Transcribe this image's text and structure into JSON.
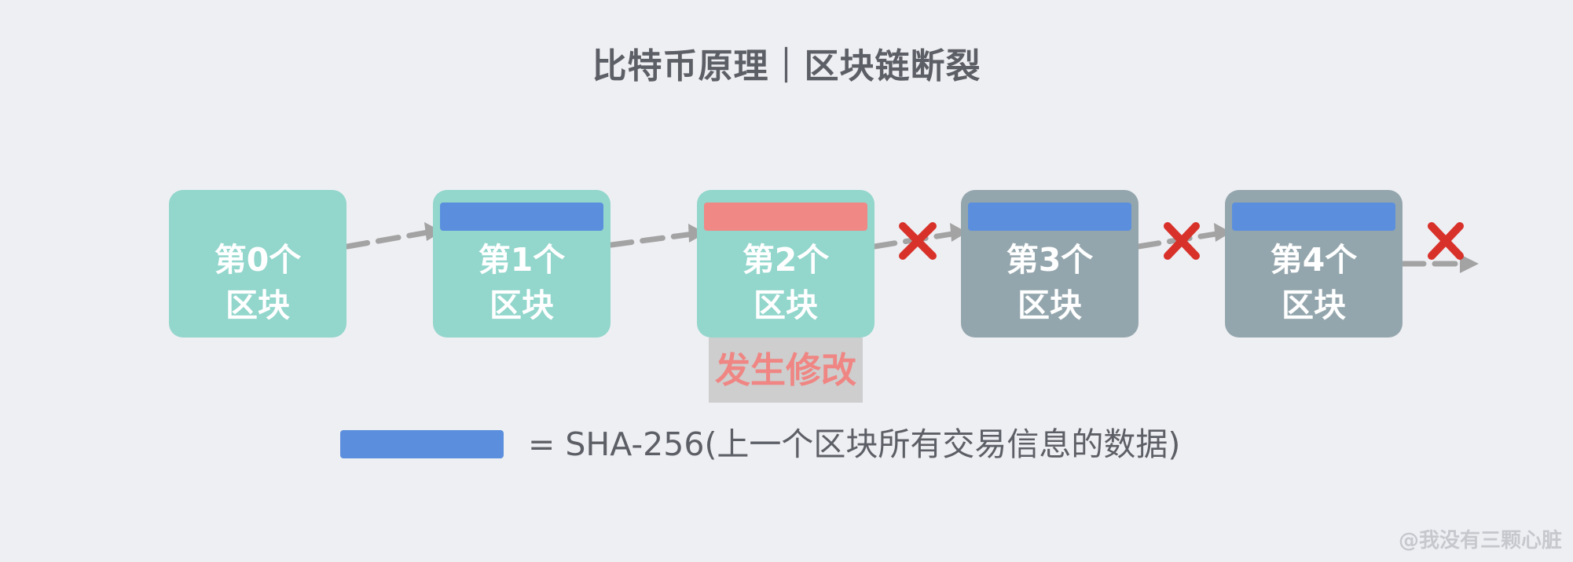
{
  "title": "比特币原理｜区块链断裂",
  "blocks": [
    {
      "label": "第0个\n区块",
      "state": "valid",
      "hash_bar": "none"
    },
    {
      "label": "第1个\n区块",
      "state": "valid",
      "hash_bar": "blue"
    },
    {
      "label": "第2个\n区块",
      "state": "valid",
      "hash_bar": "red"
    },
    {
      "label": "第3个\n区块",
      "state": "broken",
      "hash_bar": "blue"
    },
    {
      "label": "第4个\n区块",
      "state": "broken",
      "hash_bar": "blue"
    }
  ],
  "modified_label": "发生修改",
  "legend": {
    "text": "= SHA-256(上一个区块所有交易信息的数据)"
  },
  "watermark": "@我没有三颗心脏",
  "colors": {
    "background": "#eeeff3",
    "valid_block": "#92d6cc",
    "broken_block": "#94a6ad",
    "hash_bar": "#5b8fdd",
    "modified_hash_bar": "#f08986",
    "arrow": "#a3a3a3",
    "cross": "#d8312a"
  }
}
